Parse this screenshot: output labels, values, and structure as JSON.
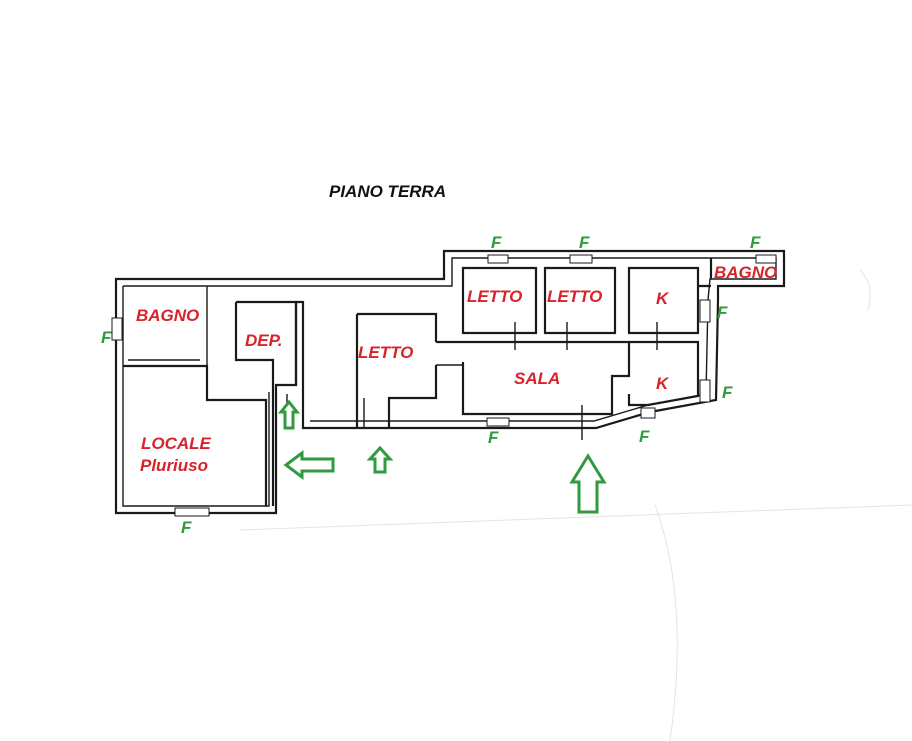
{
  "title": "PIANO TERRA",
  "colors": {
    "room_label": "#d8232a",
    "window_label": "#2f9a3e",
    "arrow": "#2f9a3e",
    "walls": "#1a1a1a",
    "background": "#ffffff"
  },
  "rooms": {
    "bagno_left": "BAGNO",
    "dep": "DEP.",
    "locale_line1": "LOCALE",
    "locale_line2": "Pluriuso",
    "letto_center": "LETTO",
    "letto_1": "LETTO",
    "letto_2": "LETTO",
    "sala": "SALA",
    "k_top": "K",
    "k_bottom": "K",
    "bagno_right": "BAGNO"
  },
  "windows": {
    "f1": "F",
    "f2": "F",
    "f3": "F",
    "f4": "F",
    "f5": "F",
    "f6": "F",
    "f7": "F",
    "f8": "F",
    "f9": "F"
  },
  "icons": {
    "entrance_arrow_up_small": "arrow-up-icon",
    "entrance_arrow_up_center": "arrow-up-icon",
    "entrance_arrow_left": "arrow-left-icon",
    "entrance_arrow_up_large": "arrow-up-icon"
  }
}
